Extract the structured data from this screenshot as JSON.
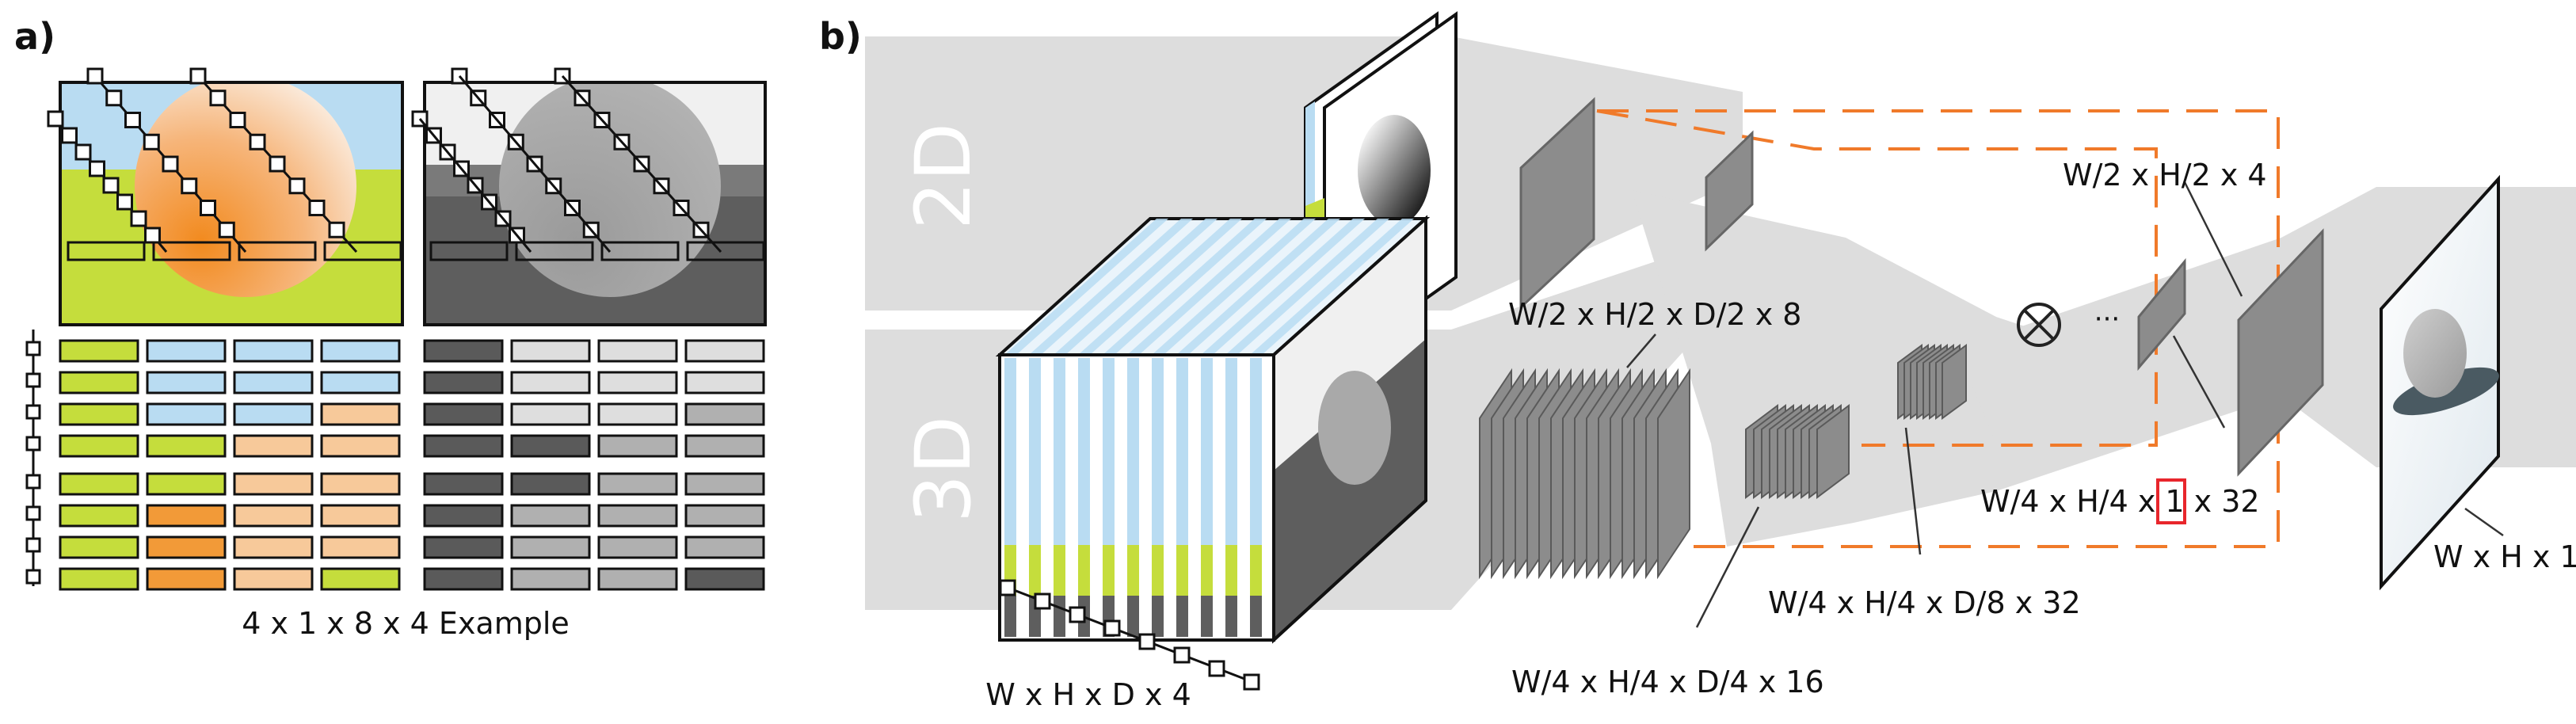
{
  "panel_a": {
    "label": "a)",
    "caption": "4 x 1 x 8 x 4 Example"
  },
  "panel_b": {
    "label": "b)",
    "band_2d": "2D",
    "band_3d": "3D",
    "input_label": "W x H x D x 4",
    "layer1_label": "W/2 x H/2 x D/2 x 8",
    "layer2_label": "W/4 x H/4 x D/4 x 16",
    "layer3_label": "W/4 x H/4 x D/8 x 32",
    "merge_label_prefix": "W/4 x H/4 x ",
    "merge_label_highlight": "1",
    "merge_label_suffix": " x 32",
    "upsample_label": "W/2 x H/2 x 4",
    "output_label": "W x H x 1",
    "merge_symbol": "⊗",
    "ellipsis": "···"
  },
  "colors": {
    "sky_blue": "#b9dcf2",
    "grass_green": "#c5dd3c",
    "sun_orange": "#f29a38",
    "light_orange": "#f7c99a",
    "band_gray": "#dddddd",
    "layer_gray": "#8c8c8c",
    "dashed_orange": "#f07a2a",
    "highlight_red": "#e8262c"
  }
}
